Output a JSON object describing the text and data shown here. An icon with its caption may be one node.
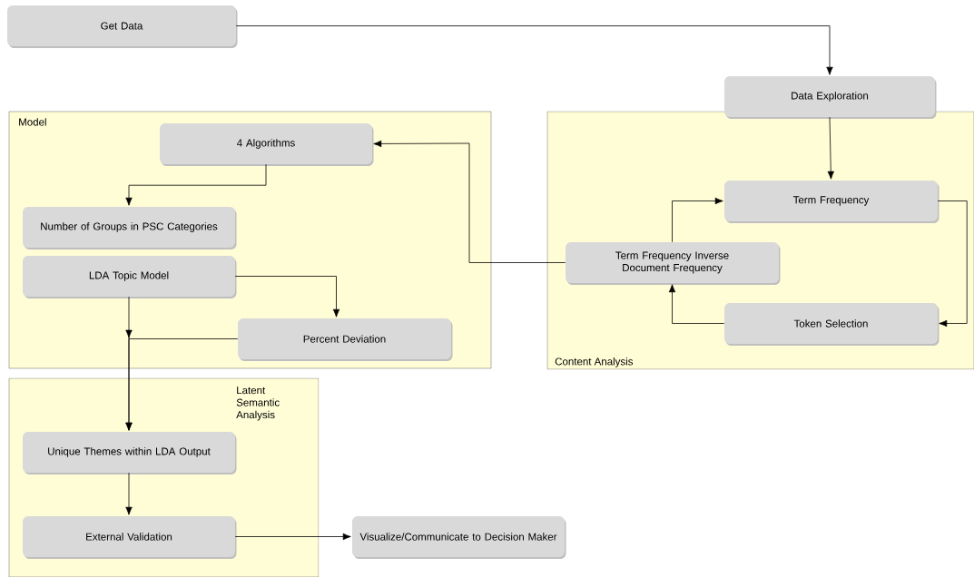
{
  "diagram": {
    "nodes": [
      {
        "text": [
          "Get Data"
        ]
      },
      {
        "text": [
          "Data Exploration"
        ]
      },
      {
        "text": [
          "Model"
        ]
      },
      {
        "text": [
          "4 Algorithms"
        ],
        "in": 2
      },
      {
        "text": [
          "Number of Groups in PSC Categories"
        ],
        "in": 2
      },
      {
        "text": [
          "LDA Topic Model"
        ],
        "in": 2
      },
      {
        "text": [
          "Percent Deviation"
        ],
        "in": 2
      },
      {
        "text": [
          "Content Analysis"
        ]
      },
      {
        "text": [
          "Term Frequency"
        ],
        "in": 7
      },
      {
        "text": [
          "Term Frequency Inverse Document Frequency"
        ],
        "in": 7
      },
      {
        "text": [
          "Token Selection"
        ],
        "in": 7
      },
      {
        "text": [
          "Latent Semantic Analysis"
        ]
      },
      {
        "text": [
          "Unique Themes within LDA Output"
        ],
        "in": 11
      },
      {
        "text": [
          "External Validation"
        ],
        "in": 11
      },
      {
        "text": [
          "Visualize/Communicate to Decision Maker"
        ]
      }
    ],
    "edges": [
      {
        "from": 0,
        "to": 1,
        "arrow": "to"
      },
      {
        "from": 1,
        "to": 8,
        "arrow": "to"
      },
      {
        "from": 8,
        "to": 10,
        "arrow": "to"
      },
      {
        "from": 10,
        "to": 9,
        "arrow": "to"
      },
      {
        "from": 9,
        "to": 8,
        "arrow": "to"
      },
      {
        "from": 9,
        "to": 3,
        "arrow": "to"
      },
      {
        "from": 3,
        "to": 4,
        "arrow": "to"
      },
      {
        "from": 5,
        "to": 6,
        "arrow": "to"
      },
      {
        "from": 5,
        "to": 12,
        "arrow": "to"
      },
      {
        "from": 6,
        "to": 12,
        "arrow": "to"
      },
      {
        "from": 12,
        "to": 13,
        "arrow": "to"
      },
      {
        "from": 13,
        "to": 14,
        "arrow": "to"
      }
    ]
  }
}
